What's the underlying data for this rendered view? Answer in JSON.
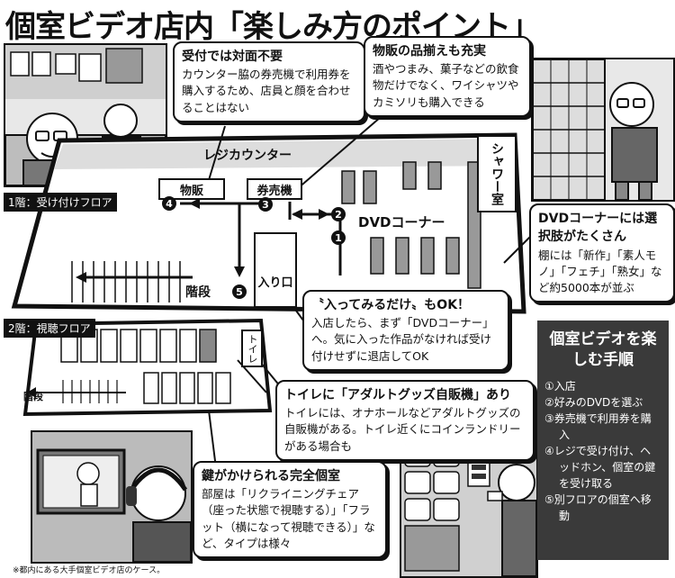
{
  "title": "個室ビデオ店内「楽しみ方のポイント」",
  "floors": {
    "floor1": "1階：受け付けフロア",
    "floor2": "2階：視聴フロア"
  },
  "rooms": {
    "register": "レジカウンター",
    "shower": "シャワー室",
    "goods": "物販",
    "ticket": "券売機",
    "dvd": "DVDコーナー",
    "entrance": "入り口",
    "stairs1": "階段",
    "stairs2": "階段",
    "toilet": "トイレ"
  },
  "route_numbers": [
    "1",
    "2",
    "3",
    "4",
    "5"
  ],
  "callouts": {
    "reception": {
      "heading": "受付では対面不要",
      "body": "カウンター脇の券売機で利用券を購入するため、店員と顔を合わせることはない"
    },
    "goods": {
      "heading": "物販の品揃えも充実",
      "body": "酒やつまみ、菓子などの飲食物だけでなく、ワイシャツやカミソリも購入できる"
    },
    "dvd": {
      "heading": "DVDコーナーには選択肢がたくさん",
      "body": "棚には「新作」「素人モノ」「フェチ」「熟女」など約5000本が並ぶ"
    },
    "justlook": {
      "heading": "〝入ってみるだけ〟もOK！",
      "body": "入店したら、まず「DVDコーナー」へ。気に入った作品がなければ受け付けせずに退店してOK"
    },
    "toilet": {
      "heading": "トイレに「アダルトグッズ自販機」あり",
      "body": "トイレには、オナホールなどアダルトグッズの自販機がある。トイレ近くにコインランドリーがある場合も"
    },
    "room": {
      "heading": "鍵がかけられる完全個室",
      "body": "部屋は「リクライニングチェア（座った状態で視聴する）」「フラット（横になって視聴できる）」など、タイプは様々"
    }
  },
  "steps": {
    "heading": "個室ビデオを楽しむ手順",
    "items": [
      "①入店",
      "②好みのDVDを選ぶ",
      "③券売機で利用券を購入",
      "④レジで受け付け、ヘッドホン、個室の鍵を受け取る",
      "⑤別フロアの個室へ移動"
    ]
  },
  "footnote": "※都内にある大手個室ビデオ店のケース。"
}
